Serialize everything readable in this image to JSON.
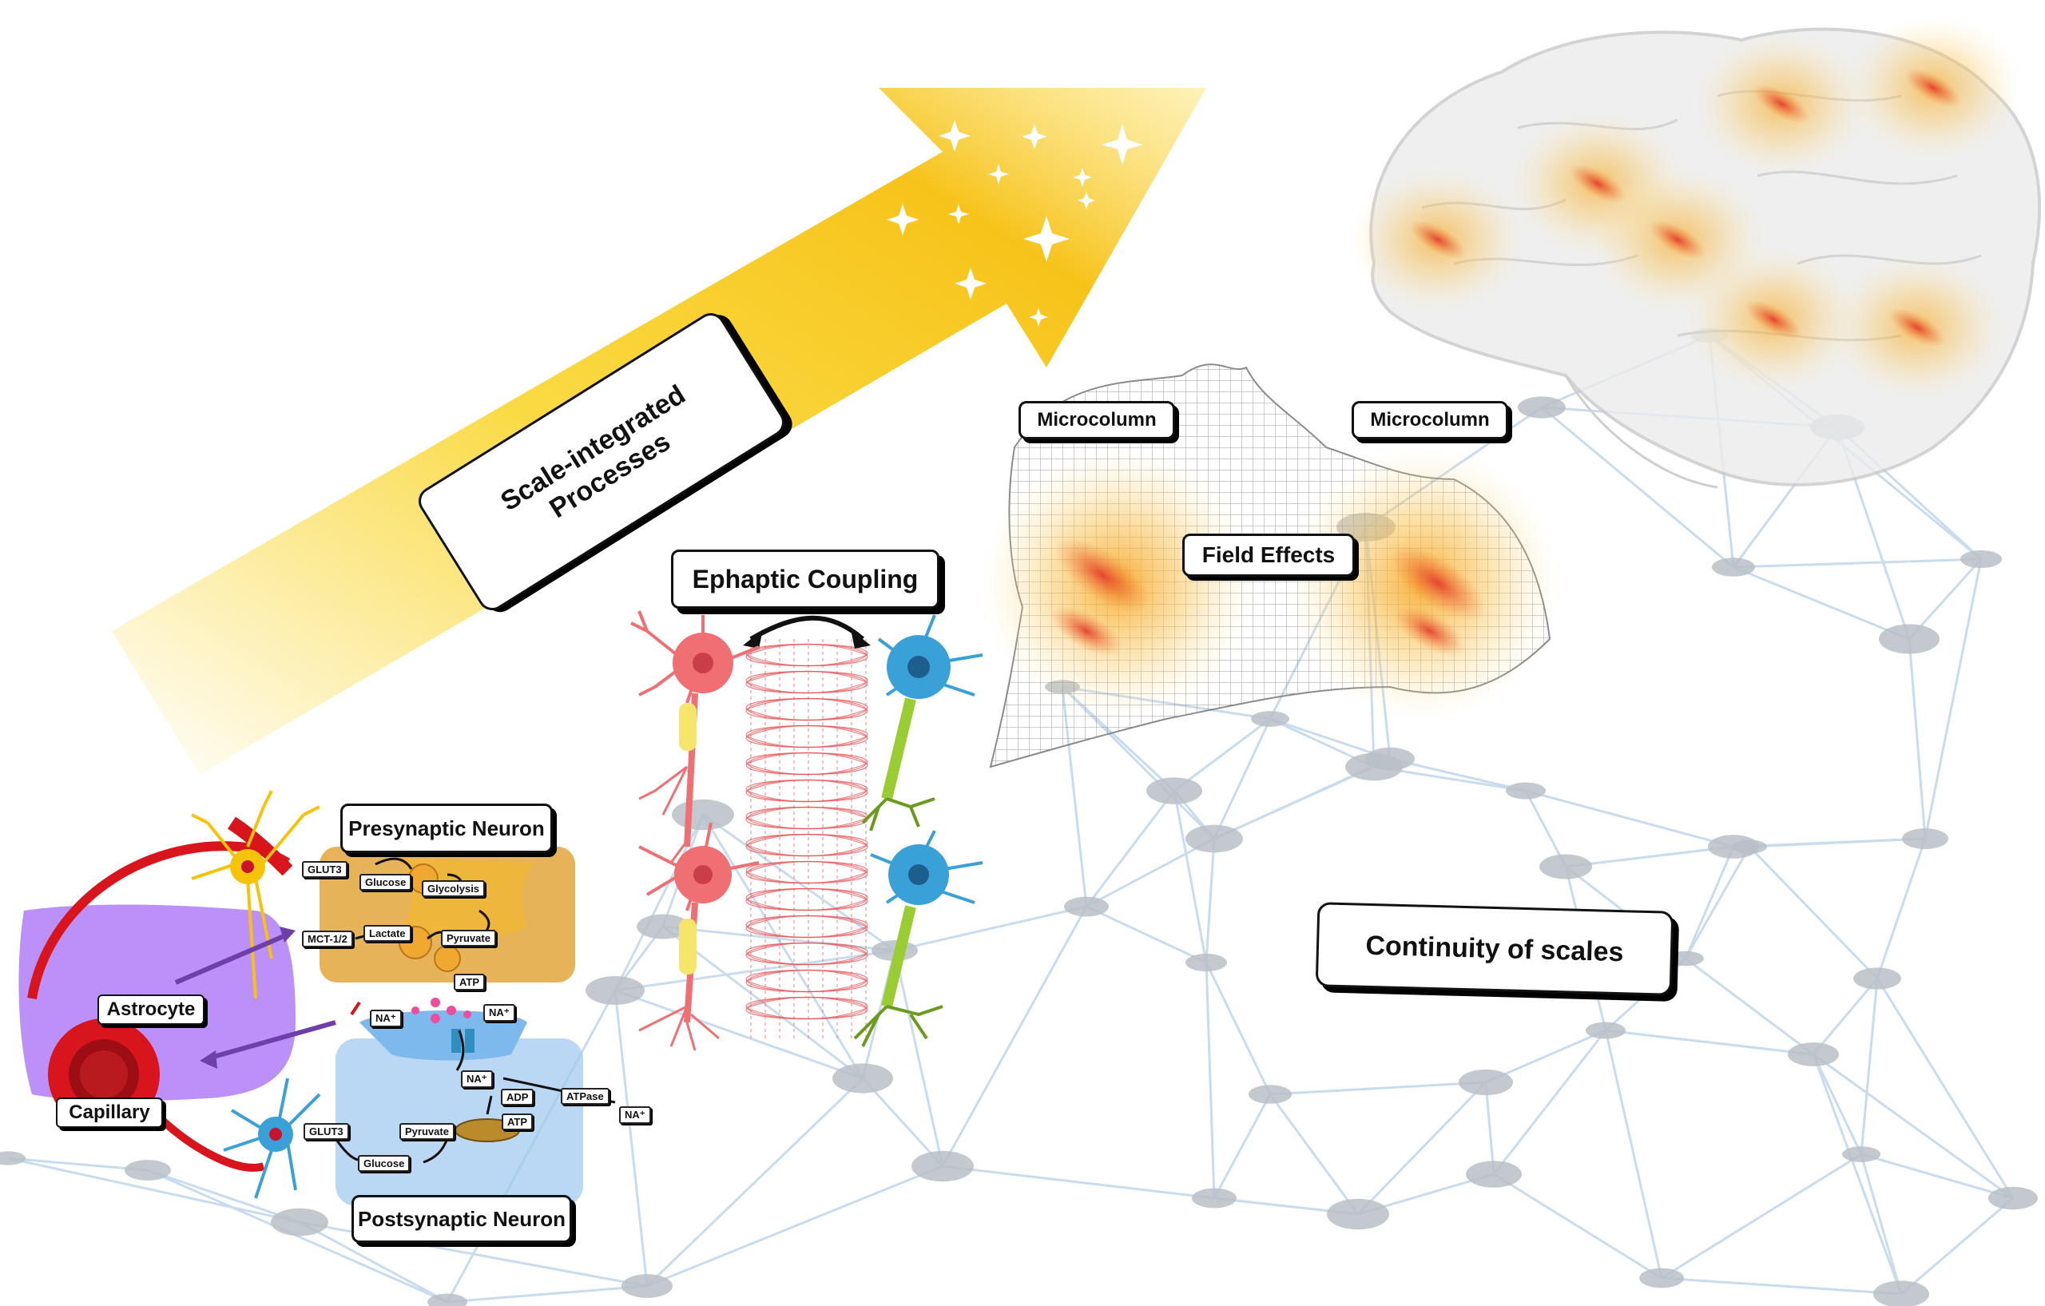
{
  "labels": {
    "scale_integrated_line1": "Scale-integrated",
    "scale_integrated_line2": "Processes",
    "ephaptic_coupling": "Ephaptic Coupling",
    "microcolumn_left": "Microcolumn",
    "microcolumn_right": "Microcolumn",
    "field_effects": "Field Effects",
    "continuity_of_scales": "Continuity of scales",
    "presynaptic_neuron": "Presynaptic Neuron",
    "postsynaptic_neuron": "Postsynaptic Neuron",
    "astrocyte": "Astrocyte",
    "capillary": "Capillary"
  },
  "metabolic_labels": {
    "glut3_top": "GLUT3",
    "glucose_top": "Glucose",
    "glycolysis": "Glycolysis",
    "mct": "MCT-1/2",
    "lactate": "Lactate",
    "pyruvate_top": "Pyruvate",
    "atp_top": "ATP",
    "na_1": "NA⁺",
    "na_2": "NA⁺",
    "na_3": "NA⁺",
    "adp": "ADP",
    "atpase": "ATPase",
    "atp_bottom": "ATP",
    "na_4": "NA⁺",
    "glut3_bottom": "GLUT3",
    "pyruvate_bottom": "Pyruvate",
    "glucose_bottom": "Glucose"
  },
  "colors": {
    "arrow_yellow": "#f9d423",
    "network_line": "#c9dcee",
    "network_node": "#b9bfc5",
    "astrocyte_purple": "#a46bf5",
    "presynaptic_orange": "#e0a030",
    "postsynaptic_blue": "#9cc8ee",
    "capillary_red": "#d8141c",
    "neuron_pink": "#ef6f72",
    "neuron_blue": "#3aa0d8",
    "axon_green": "#9acd32"
  }
}
